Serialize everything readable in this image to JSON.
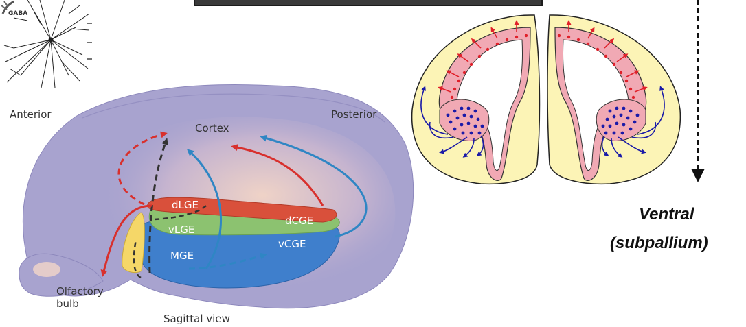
{
  "brain": {
    "anterior": "Anterior",
    "posterior": "Posterior",
    "cortex": "Cortex",
    "dlge": "dLGE",
    "vlge": "vLGE",
    "mge": "MGE",
    "dcge": "dCGE",
    "vcge": "vCGE",
    "olfactory_line1": "Olfactory",
    "olfactory_line2": "bulb",
    "sagittal": "Sagittal view"
  },
  "neuron": {
    "gaba": "GABA"
  },
  "coronal": {
    "ventral_line1": "Ventral",
    "ventral_line2": "(subpallium)"
  },
  "colors": {
    "brain_purple": "#a8a3cf",
    "lge_red": "#d9503b",
    "vlge_green": "#8cc270",
    "mge_blue": "#3f7fcc",
    "yellow_region": "#f5d768",
    "red_arrow": "#d8302d",
    "blue_arrow": "#2f86c4",
    "dashed_black": "#333333",
    "hemisphere_fill": "#fcf4b6",
    "ventricle_pink": "#f1a9b4",
    "dot_blue": "#1a1aa8",
    "dot_red": "#e0202a"
  }
}
